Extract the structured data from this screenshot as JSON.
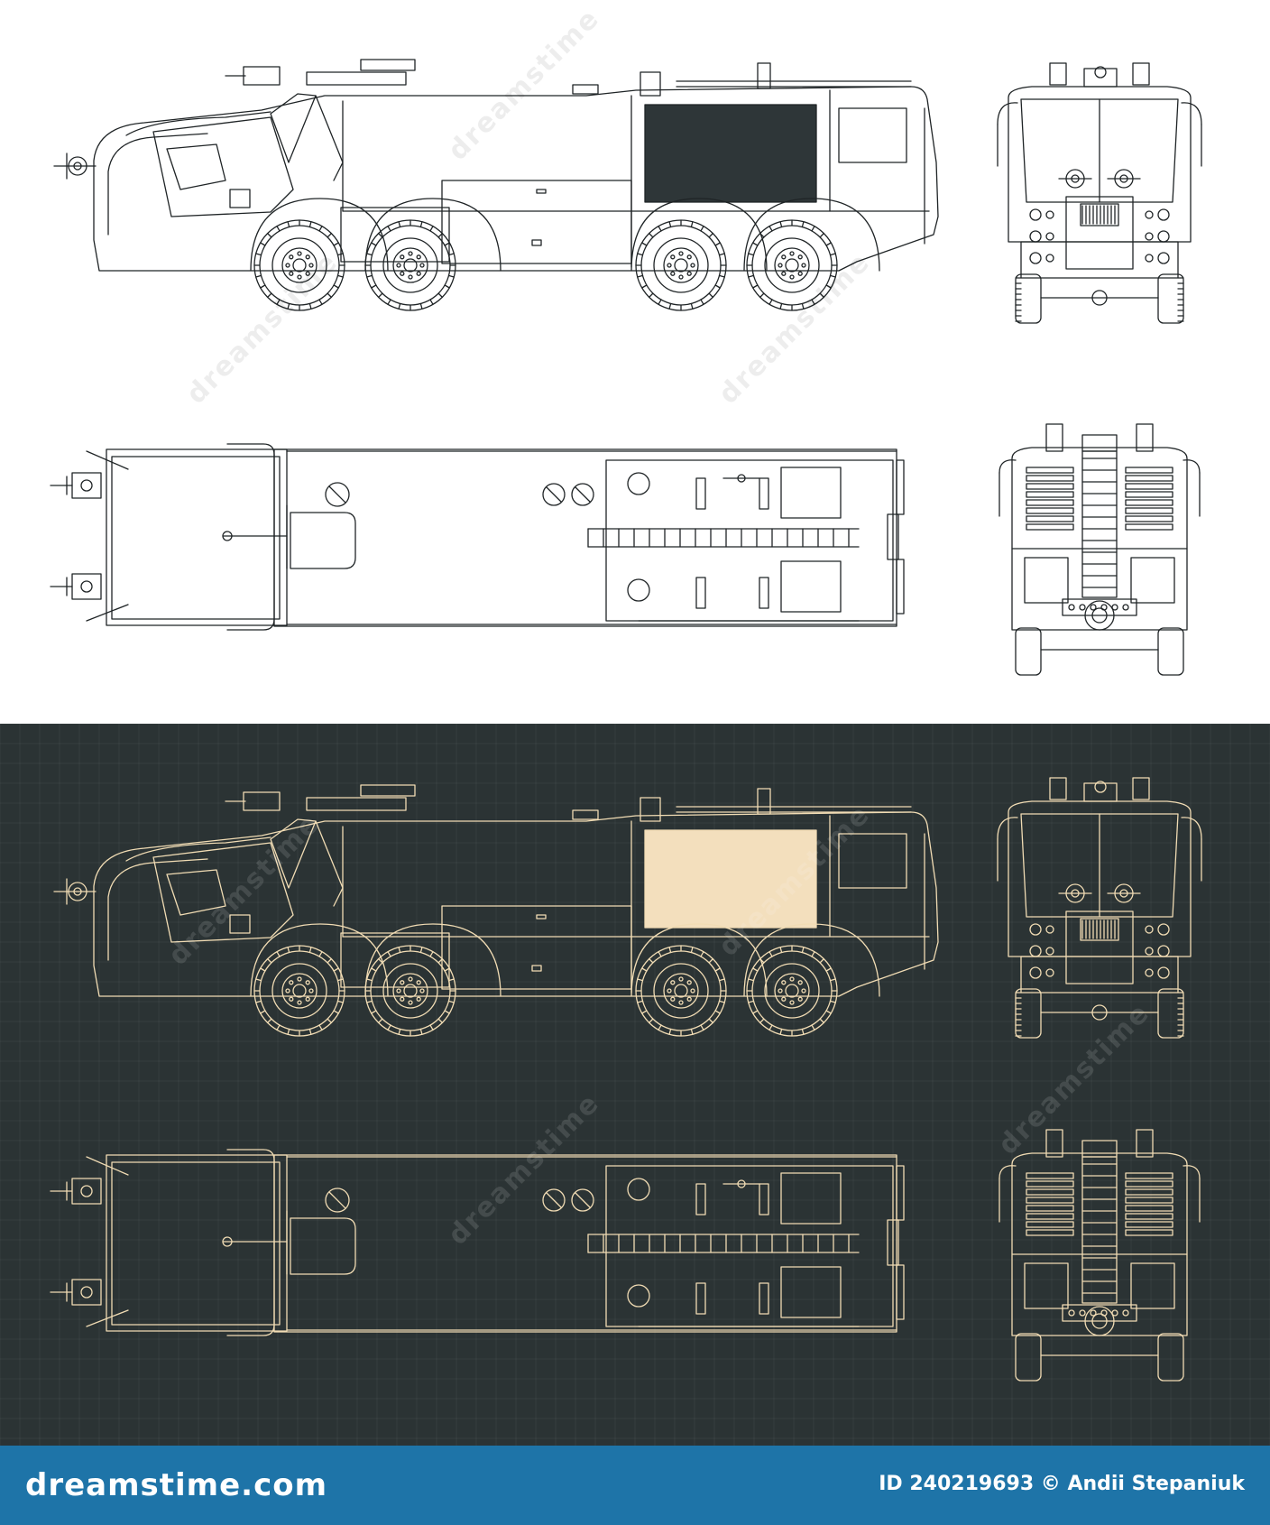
{
  "palette": {
    "light_bg": "#ffffff",
    "light_line": "#1f2426",
    "dark_bg": "#2b3334",
    "dark_line": "#f1dcb4",
    "window_dark": "#2e3638",
    "window_cream": "#f3dfbd",
    "footer_bg": "#1e74a8"
  },
  "views": [
    {
      "name": "light-side-view",
      "type": "side",
      "theme": "light"
    },
    {
      "name": "light-front-view",
      "type": "front",
      "theme": "light"
    },
    {
      "name": "light-top-view",
      "type": "top",
      "theme": "light"
    },
    {
      "name": "light-rear-view",
      "type": "rear",
      "theme": "light"
    },
    {
      "name": "dark-side-view",
      "type": "side",
      "theme": "dark"
    },
    {
      "name": "dark-front-view",
      "type": "front",
      "theme": "dark"
    },
    {
      "name": "dark-top-view",
      "type": "top",
      "theme": "dark"
    },
    {
      "name": "dark-rear-view",
      "type": "rear",
      "theme": "dark"
    }
  ],
  "watermark": {
    "text": "dreamstime"
  },
  "footer": {
    "logo": "dreamstime.com",
    "credit": "ID 240219693 © Andii Stepaniuk"
  }
}
